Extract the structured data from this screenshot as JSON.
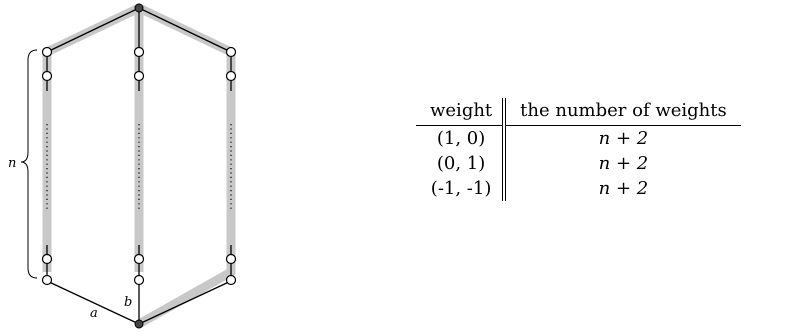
{
  "diagram": {
    "brace_label": "n",
    "edge_labels": {
      "a": "a",
      "b": "b"
    }
  },
  "table": {
    "headers": [
      "weight",
      "the number of weights"
    ],
    "rows": [
      {
        "weight": "(1, 0)",
        "count": "n + 2"
      },
      {
        "weight": "(0, 1)",
        "count": "n + 2"
      },
      {
        "weight": "(-1, -1)",
        "count": "n + 2"
      }
    ]
  }
}
